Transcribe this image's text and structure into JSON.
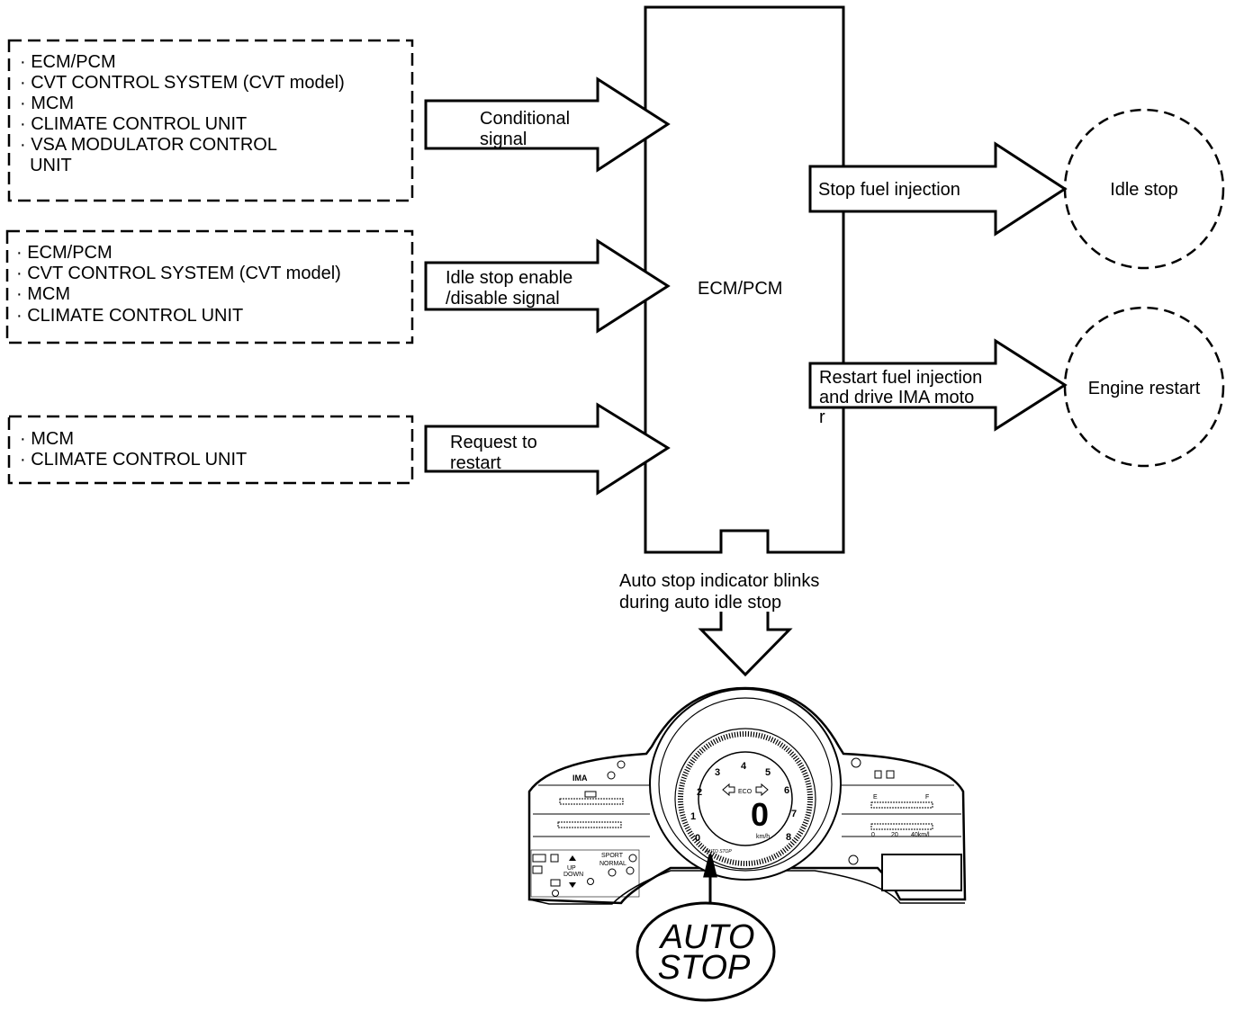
{
  "input_boxes": [
    {
      "lines": [
        "· ECM/PCM",
        "· CVT CONTROL SYSTEM (CVT model)",
        "· MCM",
        "· CLIMATE CONTROL UNIT",
        "· VSA MODULATOR CONTROL",
        "  UNIT"
      ]
    },
    {
      "lines": [
        "· ECM/PCM",
        "· CVT CONTROL SYSTEM (CVT model)",
        "· MCM",
        "· CLIMATE CONTROL UNIT"
      ]
    },
    {
      "lines": [
        "· MCM",
        "· CLIMATE CONTROL UNIT"
      ]
    }
  ],
  "input_arrows": [
    {
      "lines": [
        "Conditional",
        "signal"
      ]
    },
    {
      "lines": [
        "Idle stop enable",
        "/disable signal"
      ]
    },
    {
      "lines": [
        "Request to",
        "restart"
      ]
    }
  ],
  "ecm_label": "ECM/PCM",
  "output_arrows": [
    {
      "lines": [
        "Stop fuel injection"
      ]
    },
    {
      "lines": [
        "Restart fuel injection",
        "and drive IMA moto",
        "r"
      ]
    }
  ],
  "output_circles": [
    {
      "label": "Idle stop"
    },
    {
      "label": "Engine restart"
    }
  ],
  "indicator_text": [
    "Auto stop indicator blinks",
    "during auto idle stop"
  ],
  "auto_stop_lines": [
    "AUTO",
    "STOP"
  ],
  "cluster": {
    "tach_numbers": [
      "0",
      "1",
      "2",
      "3",
      "4",
      "5",
      "6",
      "7",
      "8"
    ],
    "speed_digit": "0",
    "speed_unit": "km/h",
    "ima_label": "IMA",
    "eco_label": "ECO",
    "up_label": "UP",
    "down_label": "DOWN",
    "sport_label": "SPORT",
    "normal_label": "NORMAL",
    "fuel_e": "E",
    "fuel_f": "F",
    "econ_scale": [
      "0",
      "20",
      "40km/l"
    ],
    "auto_stop_badge": "AUTO STOP"
  }
}
